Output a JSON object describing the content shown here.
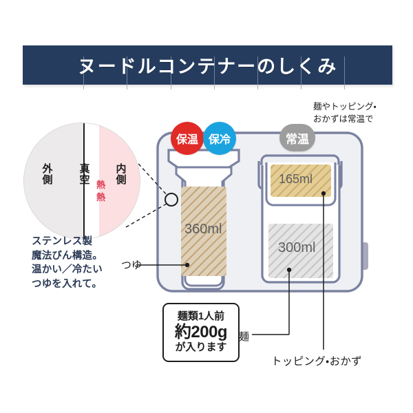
{
  "header": {
    "title": "ヌードルコンテナーのしくみ",
    "background_color": "#253c5e",
    "text_color": "#ffffff"
  },
  "cross_section": {
    "outside_label": "外側",
    "vacuum_label": "真空",
    "inside_label": "内側",
    "heat_label_1": "熱",
    "heat_label_2": "熱",
    "heat_color": "#e0435a",
    "outside_fill": "#eceaea",
    "vacuum_fill": "#ffffff",
    "inside_fill": "#fbdfe1"
  },
  "captions": {
    "thermos": "ステンレス製\n魔法びん構造。\n温かい／冷たい\nつゆを入れて。",
    "room_temp_note": "麺やトッピング・\nおかずは常温で"
  },
  "badges": [
    {
      "label": "保温",
      "color": "#e12b26",
      "name": "keep-warm"
    },
    {
      "label": "保冷",
      "color": "#1ba3e0",
      "name": "keep-cold"
    },
    {
      "label": "常温",
      "color": "#9d9d9d",
      "name": "room-temp"
    }
  ],
  "compartments": [
    {
      "name": "soup-container",
      "volume": "360ml",
      "fill": "tan-hatch",
      "leader_label": "つゆ"
    },
    {
      "name": "topping-upper-tray",
      "volume": "165ml",
      "fill": "gold-hatch"
    },
    {
      "name": "noodle-lower-box",
      "volume": "300ml",
      "fill": "gray-hatch"
    }
  ],
  "labels": {
    "tsuyu": "つゆ",
    "men": "麺",
    "topping": "トッピング・おかず"
  },
  "capacity_callout": {
    "line1": "麺類1人前",
    "line2": "約200g",
    "line3": "が入ります"
  },
  "colors": {
    "case_stroke": "#7b82a0",
    "case_fill": "#eef0f4",
    "tan_hatch_bg": "#ded0b8",
    "tan_hatch_line": "#c2a376",
    "gold_hatch_bg": "#e4cd96",
    "gold_hatch_line": "#cdae68",
    "gray_hatch_bg": "#e4e4e4",
    "gray_hatch_line": "#c4c4c4"
  }
}
